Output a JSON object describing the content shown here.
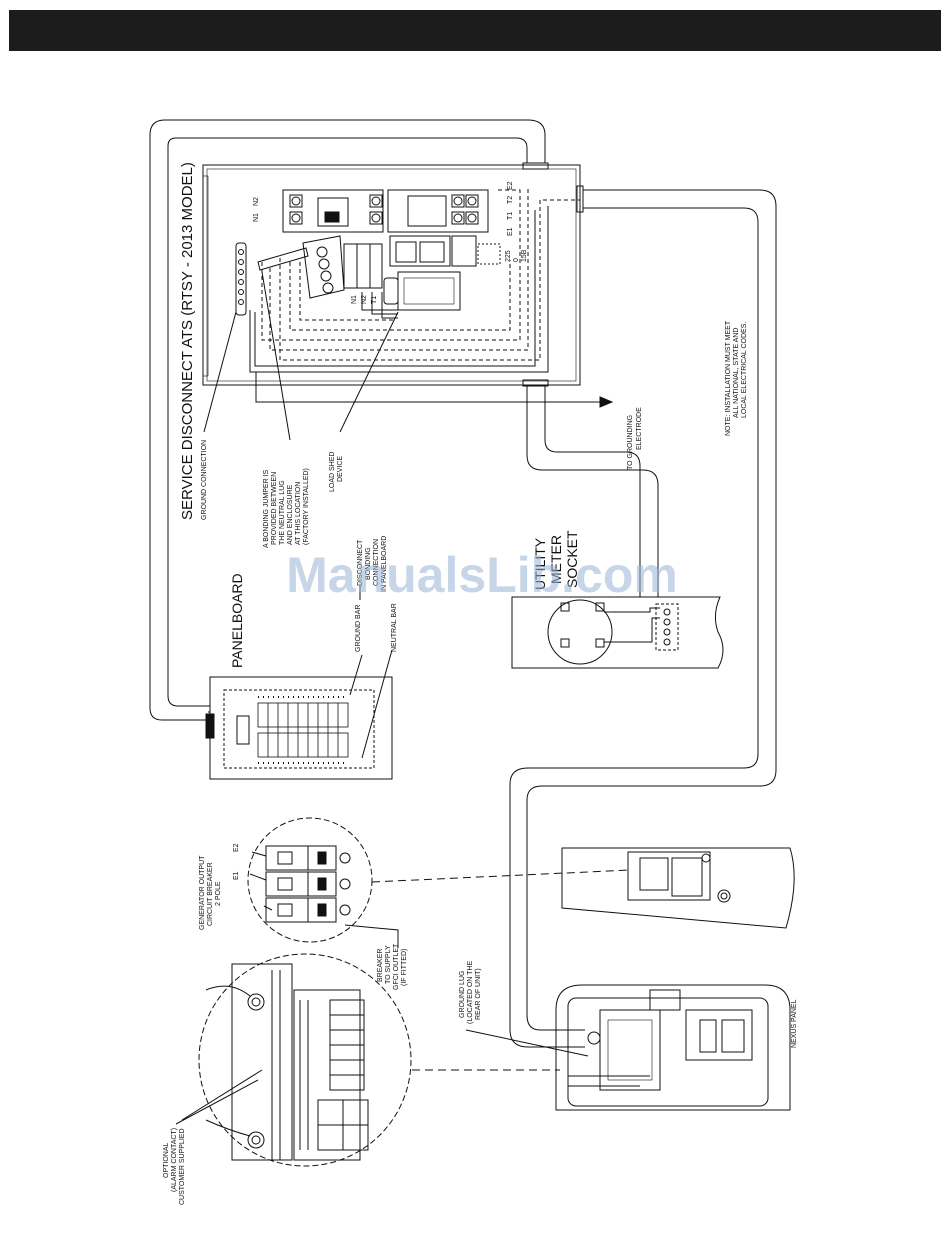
{
  "watermark": "ManualsLib.com",
  "labels": {
    "ats_title": "SERVICE DISCONNECT ATS (RTSY - 2013 MODEL)",
    "ground_connection": "GROUND CONNECTION",
    "bonding_jumper": [
      "A BONDING JUMPER IS",
      "PROVIDED BETWEEN",
      "THE NEUTRAL LUG",
      "AND ENCLOSURE",
      "AT THIS LOCATION",
      "(FACTORY INSTALLED)"
    ],
    "load_shed": [
      "LOAD SHED",
      "DEVICE"
    ],
    "to_grounding": [
      "TO GROUNDING",
      "ELECTRODE"
    ],
    "note": [
      "NOTE: INSTALLATION MUST MEET",
      "ALL NATIONAL, STATE AND",
      "LOCAL ELECTRICAL CODES."
    ],
    "disconnect_bonding": [
      "DISCONNECT",
      "BONDING",
      "CONNECTION",
      "IN PANELBOARD"
    ],
    "utility_meter": [
      "UTILITY",
      "METER",
      "SOCKET"
    ],
    "panelboard": "PANELBOARD",
    "ground_bar": "GROUND BAR",
    "neutral_bar": "NEUTRAL BAR",
    "gen_breaker": [
      "GENERATOR OUTPUT",
      "CIRCUIT BREAKER",
      "2 POLE"
    ],
    "breaker_gfci": [
      "BREAKER",
      "TO SUPPLY",
      "GFCI OUTLET",
      "(IF FITTED)"
    ],
    "ground_lug": [
      "GROUND LUG",
      "(LOCATED ON THE",
      "REAR OF UNIT)"
    ],
    "alarm": [
      "OPTIONAL",
      "(ALARM CONTACT)",
      "CUSTOMER SUPPLIED"
    ],
    "nexus_panel": "NEXUS PANEL",
    "e1": "E1",
    "e2": "E2",
    "terminals_top": [
      "N2",
      "N1"
    ],
    "terminals_right": [
      "E2",
      "T2",
      "T1",
      "E1"
    ],
    "terminals_load": [
      "N1",
      "N2",
      "T1"
    ],
    "small_terms": [
      "225",
      "0",
      "15B"
    ]
  },
  "colors": {
    "line": "#111111",
    "bar": "#1c1c1c",
    "watermark": "#9bb4d8"
  }
}
